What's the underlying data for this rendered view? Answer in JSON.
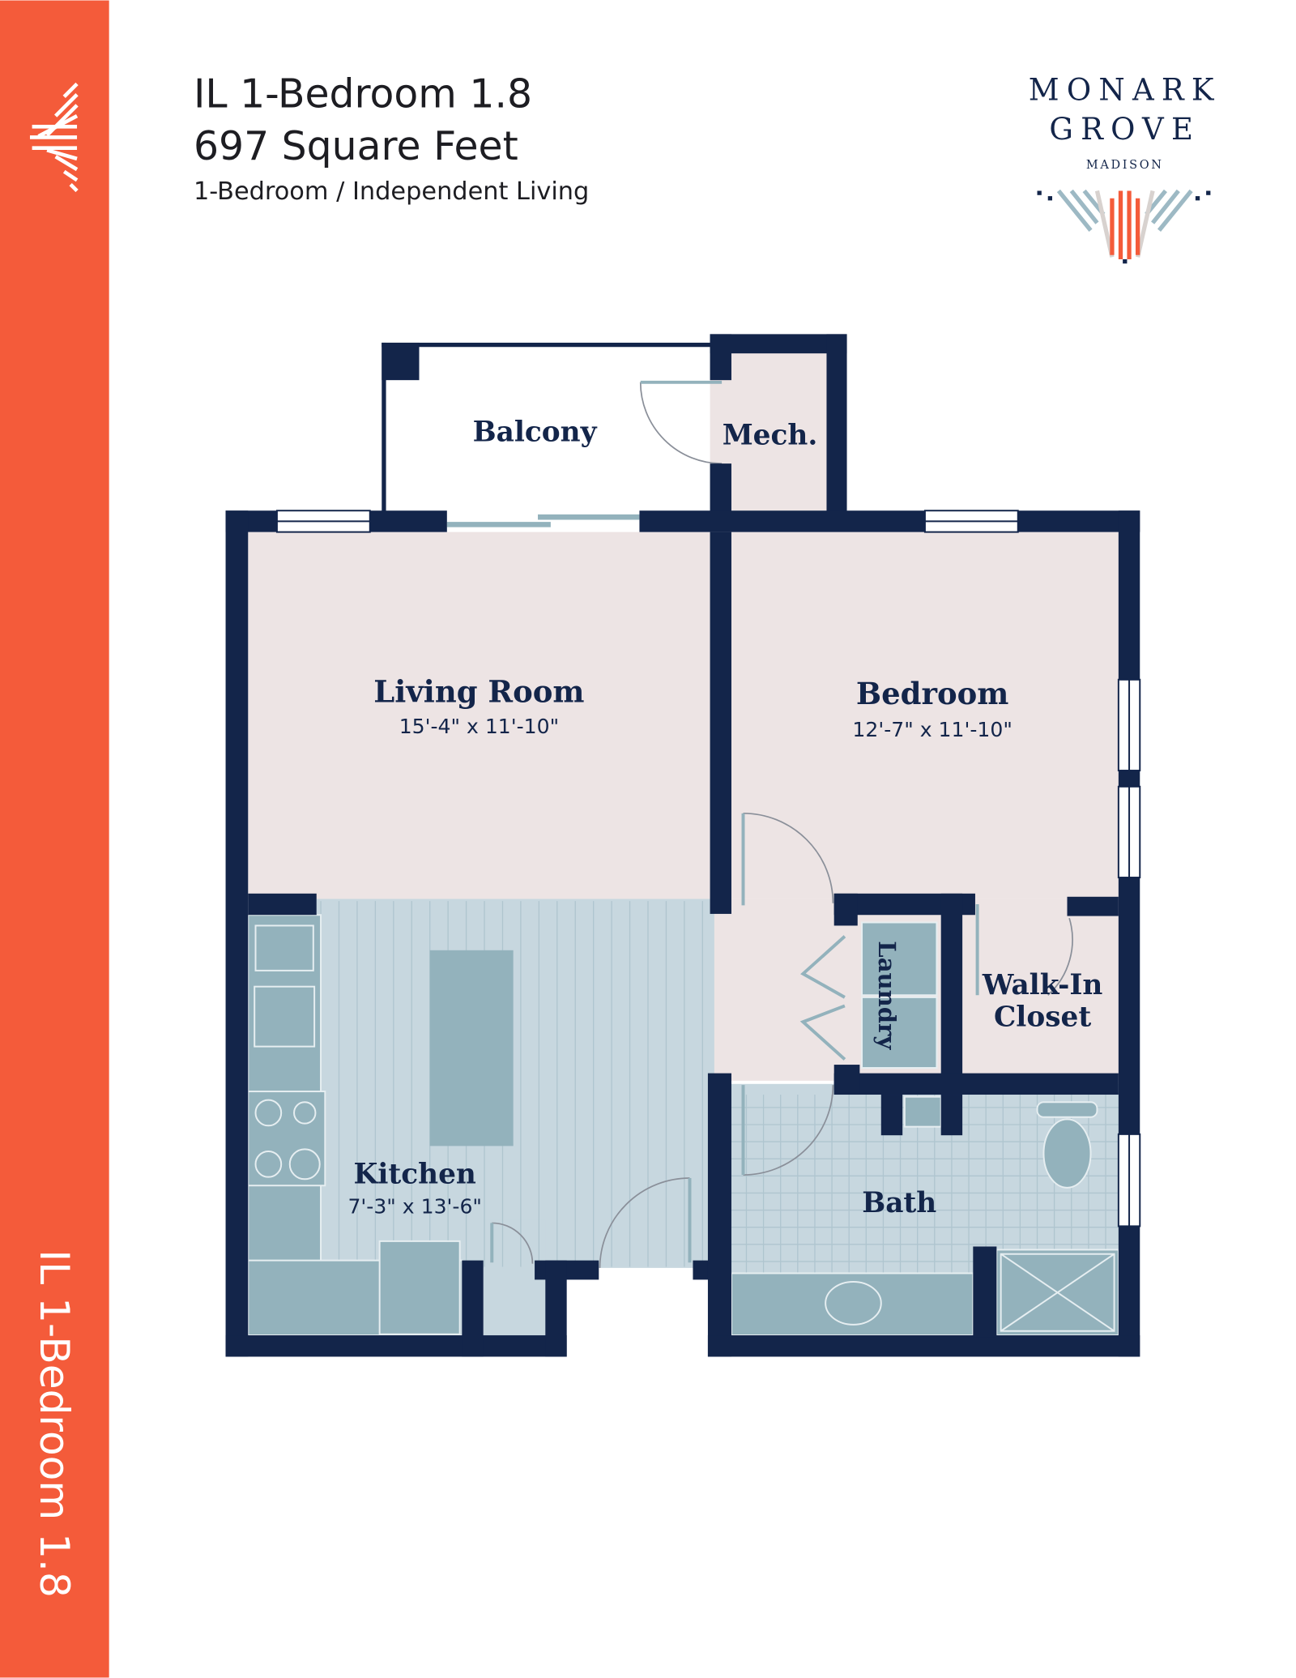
{
  "header": {
    "title": "IL 1-Bedroom 1.8",
    "square_feet": "697 Square Feet",
    "subtitle": "1-Bedroom / Independent Living"
  },
  "side_banner": {
    "label": "IL 1-Bedroom 1.8"
  },
  "logo": {
    "line1": "MONARK",
    "line2": "GROVE",
    "line3": "MADISON"
  },
  "rooms": {
    "balcony": {
      "name": "Balcony"
    },
    "mech": {
      "name": "Mech."
    },
    "living": {
      "name": "Living Room",
      "dims": "15'-4\" x 11'-10\""
    },
    "bedroom": {
      "name": "Bedroom",
      "dims": "12'-7\" x 11'-10\""
    },
    "laundry": {
      "name": "Laundry"
    },
    "closet": {
      "name1": "Walk-In",
      "name2": "Closet"
    },
    "kitchen": {
      "name": "Kitchen",
      "dims": "7'-3\" x 13'-6\""
    },
    "bath": {
      "name": "Bath"
    }
  },
  "colors": {
    "accent": "#F45B3A",
    "wall": "#13254A",
    "floor": "#EDE4E4",
    "tile": "#C7D7DF",
    "fixture": "#93B2BC"
  }
}
